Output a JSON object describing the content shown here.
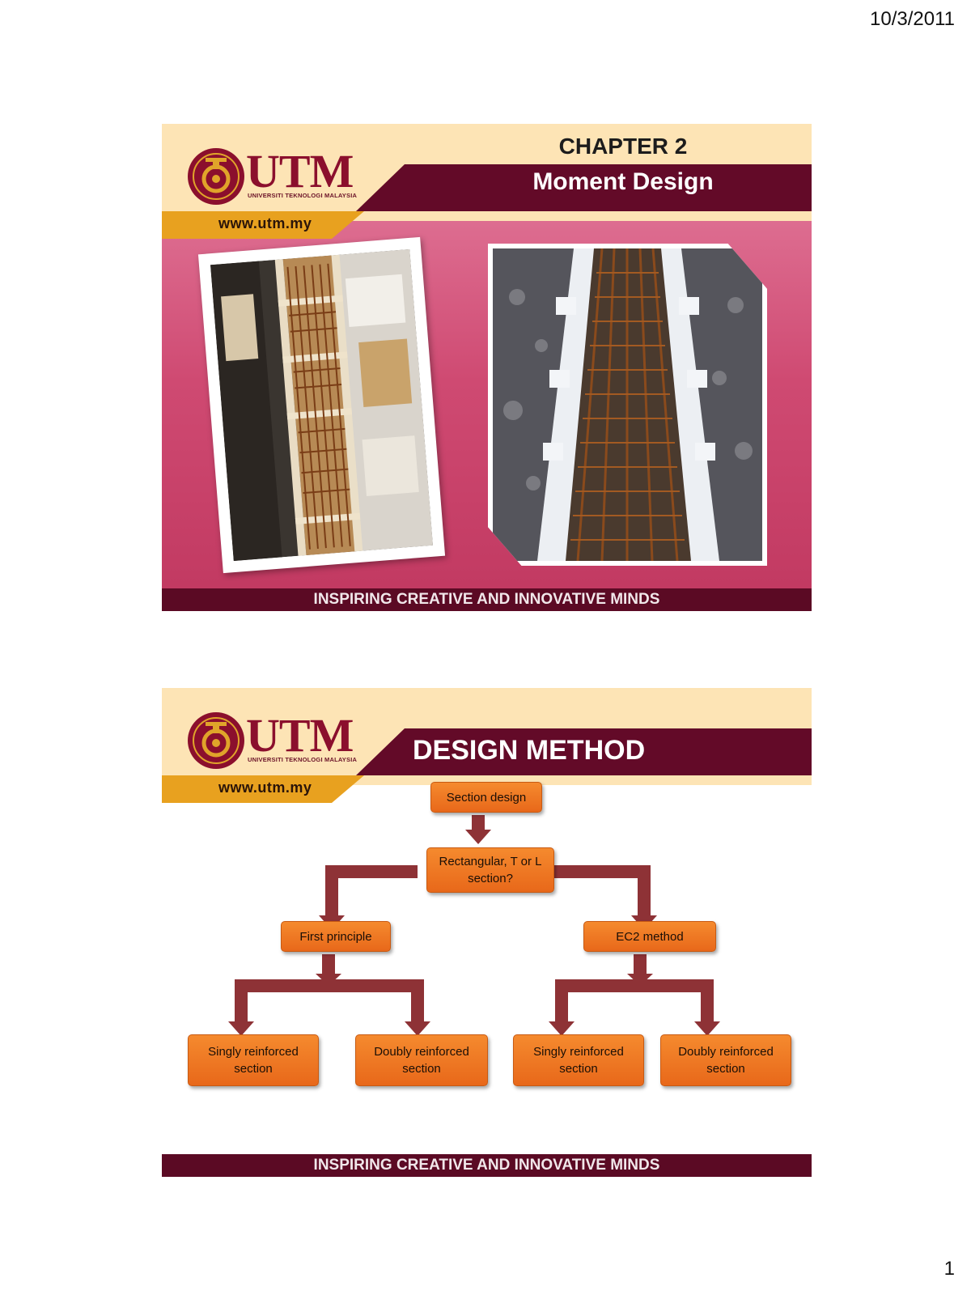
{
  "page": {
    "date": "10/3/2011",
    "number": "1"
  },
  "brand": {
    "logo_text": "UTM",
    "logo_subtitle": "UNIVERSITI TEKNOLOGI MALAYSIA",
    "url": "www.utm.my",
    "tagline": "INSPIRING CREATIVE AND INNOVATIVE MINDS",
    "colors": {
      "wine": "#630a28",
      "cream": "#fde4b5",
      "orange": "#e8a11f",
      "pink": "#cf4a72",
      "box": "#f07a24"
    }
  },
  "slide1": {
    "chapter": "CHAPTER 2",
    "title": "Moment Design",
    "photos": [
      "photo-beam-formwork-rebar",
      "photo-foundation-rebar-cage"
    ]
  },
  "slide2": {
    "title": "DESIGN METHOD",
    "flow": {
      "root": "Section design",
      "question": "Rectangular, T or L section?",
      "left": "First principle",
      "right": "EC2 method",
      "left_children": [
        "Singly reinforced section",
        "Doubly reinforced section"
      ],
      "right_children": [
        "Singly reinforced section",
        "Doubly reinforced section"
      ]
    }
  }
}
